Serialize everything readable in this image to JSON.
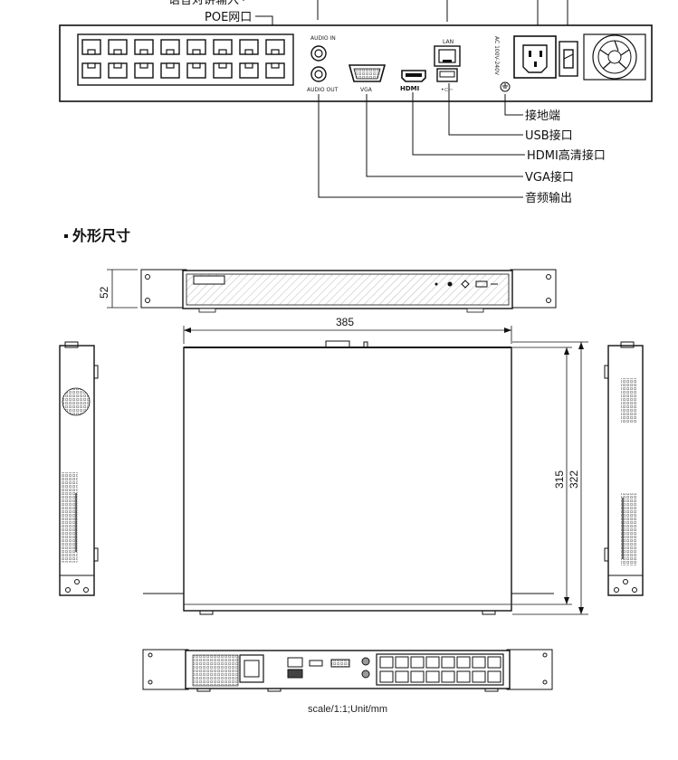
{
  "top_panel": {
    "partial_label": "语音对讲输入",
    "poe_label": "POE网口",
    "panel_texts": {
      "audio_in": "AUDIO IN",
      "audio_out": "AUDIO OUT",
      "vga": "VGA",
      "lan": "LAN",
      "hdmi": "HDMI",
      "usb_symbol": "•⊂⊢",
      "power_rating": "AC 100V-240V"
    },
    "callouts": [
      {
        "key": "ground",
        "label": "接地端"
      },
      {
        "key": "usb",
        "label": "USB接口"
      },
      {
        "key": "hdmi",
        "label": "HDMI高清接口"
      },
      {
        "key": "vga",
        "label": "VGA接口"
      },
      {
        "key": "audio",
        "label": "音频输出"
      }
    ]
  },
  "section_title": "外形尺寸",
  "dimensions": {
    "height": "52",
    "width": "385",
    "depth_inner": "315",
    "depth_outer": "322"
  },
  "footer_note": "scale/1:1;Unit/mm"
}
